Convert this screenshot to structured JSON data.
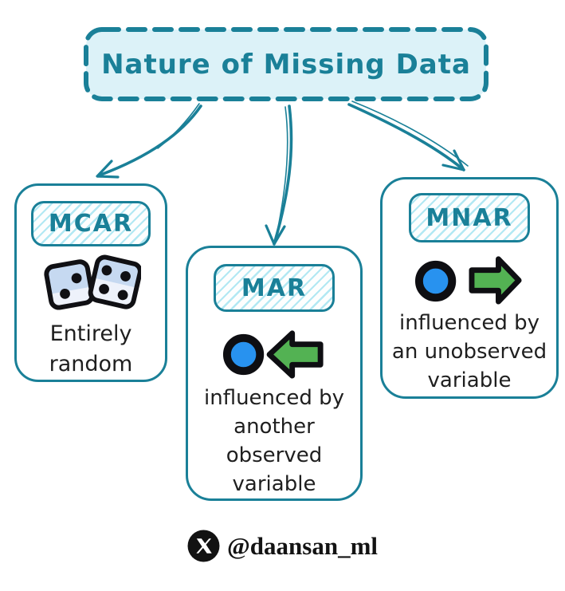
{
  "title": {
    "text": "Nature of Missing Data"
  },
  "cards": [
    {
      "id": "mcar",
      "label": "MCAR",
      "icon": "dice-icon",
      "description": "Entirely\nrandom"
    },
    {
      "id": "mar",
      "label": "MAR",
      "icon": "blue-dot-arrow-left-icon",
      "description": "influenced by\nanother\nobserved\nvariable"
    },
    {
      "id": "mnar",
      "label": "MNAR",
      "icon": "blue-dot-arrow-right-icon",
      "description": "influenced by\nan unobserved\nvariable"
    }
  ],
  "attribution": {
    "icon": "x-logo-icon",
    "handle": "@daansan_ml"
  },
  "colors": {
    "teal": "#1A8098",
    "title_fill": "#DCF2F8",
    "hatch_stripe": "#B2E8F3",
    "dot_blue": "#2892EF",
    "arrow_green": "#53B253",
    "ink": "#1F1F1F",
    "die_shade": "#C6D9F1"
  }
}
